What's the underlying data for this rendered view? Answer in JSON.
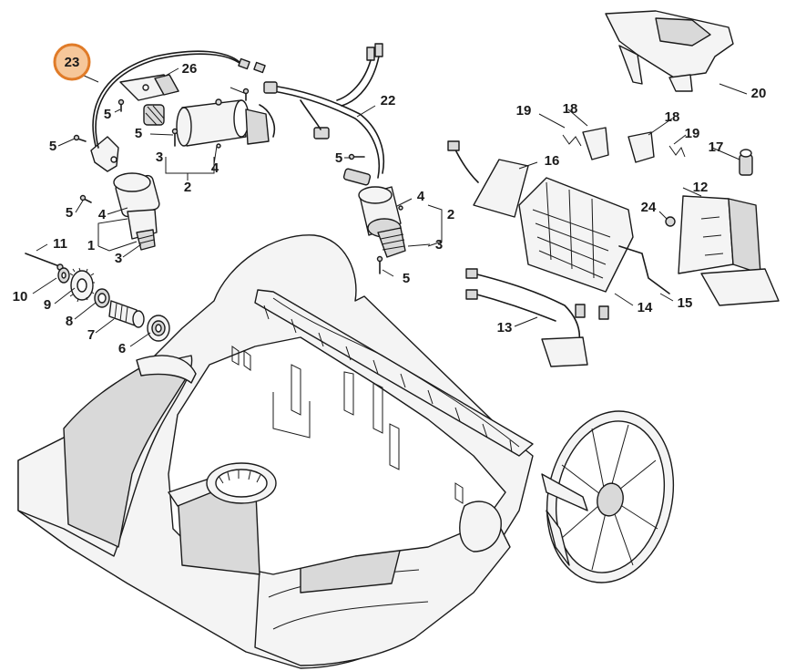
{
  "diagram": {
    "highlight_color": "#e07b28",
    "highlight_fill": "#f6c79a",
    "line_color": "#1a1a1a",
    "highlighted_part": "23",
    "part_labels": [
      "23",
      "26",
      "5",
      "5",
      "5",
      "5",
      "3",
      "3",
      "4",
      "4",
      "2",
      "1",
      "11",
      "10",
      "9",
      "8",
      "7",
      "6",
      "22",
      "5",
      "4",
      "2",
      "3",
      "5",
      "19",
      "18",
      "18",
      "19",
      "17",
      "16",
      "12",
      "24",
      "14",
      "15",
      "13",
      "20"
    ]
  }
}
